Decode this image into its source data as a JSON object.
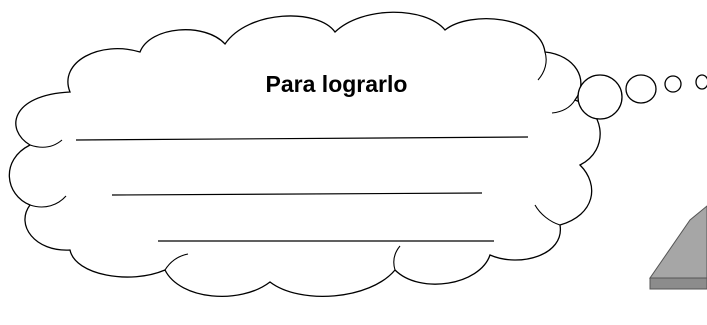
{
  "cloud": {
    "title": "Para lograrlo",
    "blank_lines": 3
  },
  "colors": {
    "ink": "#000000",
    "background": "#ffffff",
    "shape_fill": "#8c8c8c",
    "shape_top": "#a6a6a6"
  },
  "icons": {
    "thought_bubbles": "thought-bubble-icon",
    "shape": "gray-wedge-shape"
  }
}
